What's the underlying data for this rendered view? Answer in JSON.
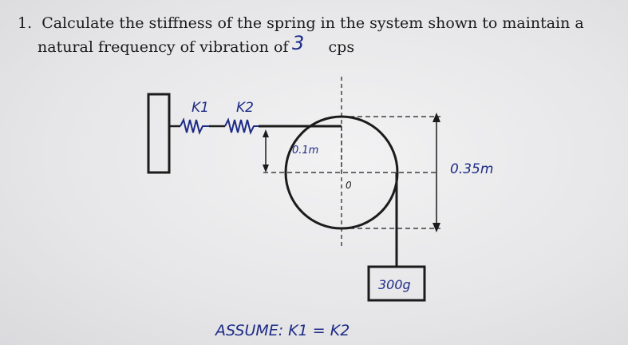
{
  "problem": {
    "number": "1.",
    "text_line1": "Calculate the stiffness of the spring in the system shown to maintain a",
    "text_line2_before": "natural frequency of vibration of",
    "handwritten_value": "3",
    "unit": "cps"
  },
  "diagram": {
    "label_k1": "K1",
    "label_k2": "K2",
    "label_r_small": "0.1m",
    "label_center": "0",
    "label_r_large": "0.35m",
    "label_mass": "300g",
    "assumption": "ASSUME: K1 = K2"
  },
  "colors": {
    "ink": "#1d2b86",
    "line": "#1b1b1b"
  }
}
